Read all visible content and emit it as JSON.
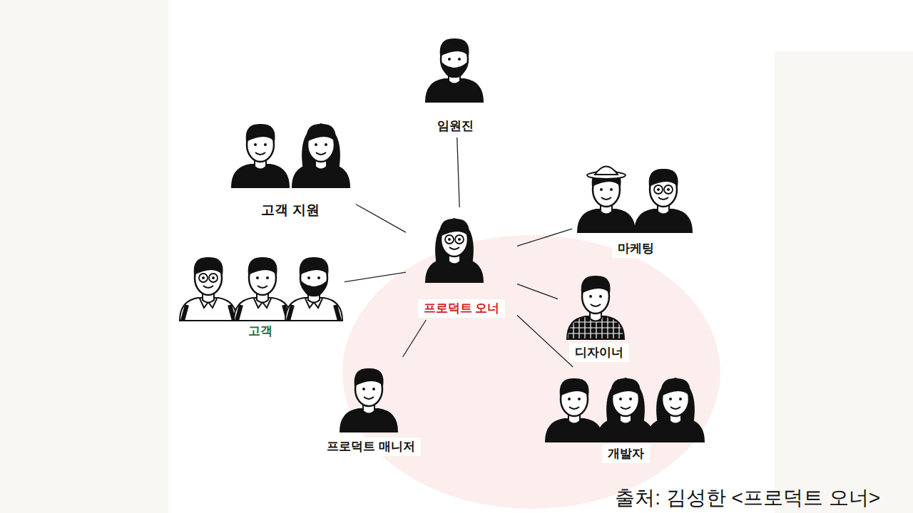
{
  "diagram": {
    "caption": "출처: 김성한 <프로덕트 오너>",
    "nodes": [
      {
        "text": [
          "임원진"
        ]
      },
      {
        "text": [
          "고객 지원"
        ]
      },
      {
        "text": [
          "마케팅"
        ]
      },
      {
        "text": [
          "프로덕트 오너"
        ]
      },
      {
        "text": [
          "고객"
        ]
      },
      {
        "text": [
          "디자이너"
        ]
      },
      {
        "text": [
          "프로덕트 매니저"
        ]
      },
      {
        "text": [
          "개발자"
        ]
      }
    ],
    "edges": [
      {
        "from": 3,
        "to": 0,
        "arrow": "none"
      },
      {
        "from": 3,
        "to": 1,
        "arrow": "none"
      },
      {
        "from": 3,
        "to": 2,
        "arrow": "none"
      },
      {
        "from": 3,
        "to": 4,
        "arrow": "none"
      },
      {
        "from": 3,
        "to": 5,
        "arrow": "none"
      },
      {
        "from": 3,
        "to": 6,
        "arrow": "none"
      },
      {
        "from": 3,
        "to": 7,
        "arrow": "none"
      }
    ]
  }
}
